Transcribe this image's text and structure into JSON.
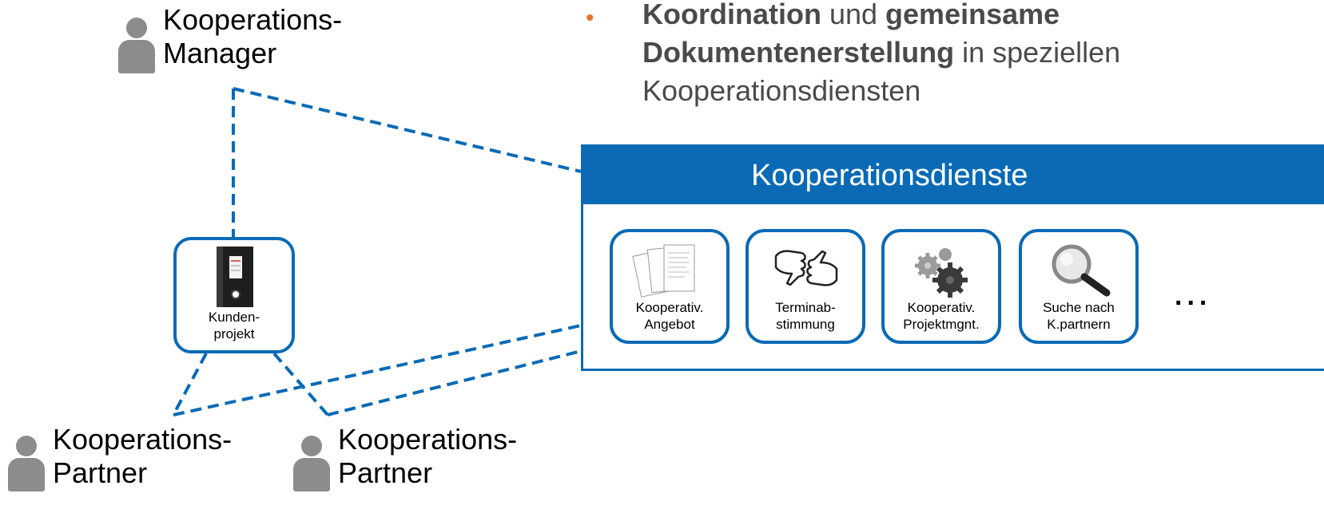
{
  "people": {
    "manager": {
      "line1": "Kooperations-",
      "line2": "Manager"
    },
    "partner_left": {
      "line1": "Kooperations-",
      "line2": "Partner"
    },
    "partner_right": {
      "line1": "Kooperations-",
      "line2": "Partner"
    }
  },
  "bullet": {
    "bold1": "Koordination",
    "text1": " und ",
    "bold2": "gemeinsame",
    "bold3": "Dokumentenerstellung",
    "text2": " in speziellen",
    "text3": "Kooperationsdiensten"
  },
  "panel": {
    "title": "Kooperationsdienste",
    "more": "...",
    "cards": [
      {
        "line1": "Kooperativ.",
        "line2": "Angebot",
        "icon": "documents-icon"
      },
      {
        "line1": "Terminab-",
        "line2": "stimmung",
        "icon": "thumbs-icon"
      },
      {
        "line1": "Kooperativ.",
        "line2": "Projektmgnt.",
        "icon": "gears-icon"
      },
      {
        "line1": "Suche nach",
        "line2": "K.partnern",
        "icon": "magnifier-icon"
      }
    ]
  },
  "project": {
    "line1": "Kunden-",
    "line2": "projekt",
    "icon": "binder-icon"
  },
  "colors": {
    "accent": "#0a6ab6",
    "bullet": "#e8742a",
    "person": "#8c8c8c"
  }
}
